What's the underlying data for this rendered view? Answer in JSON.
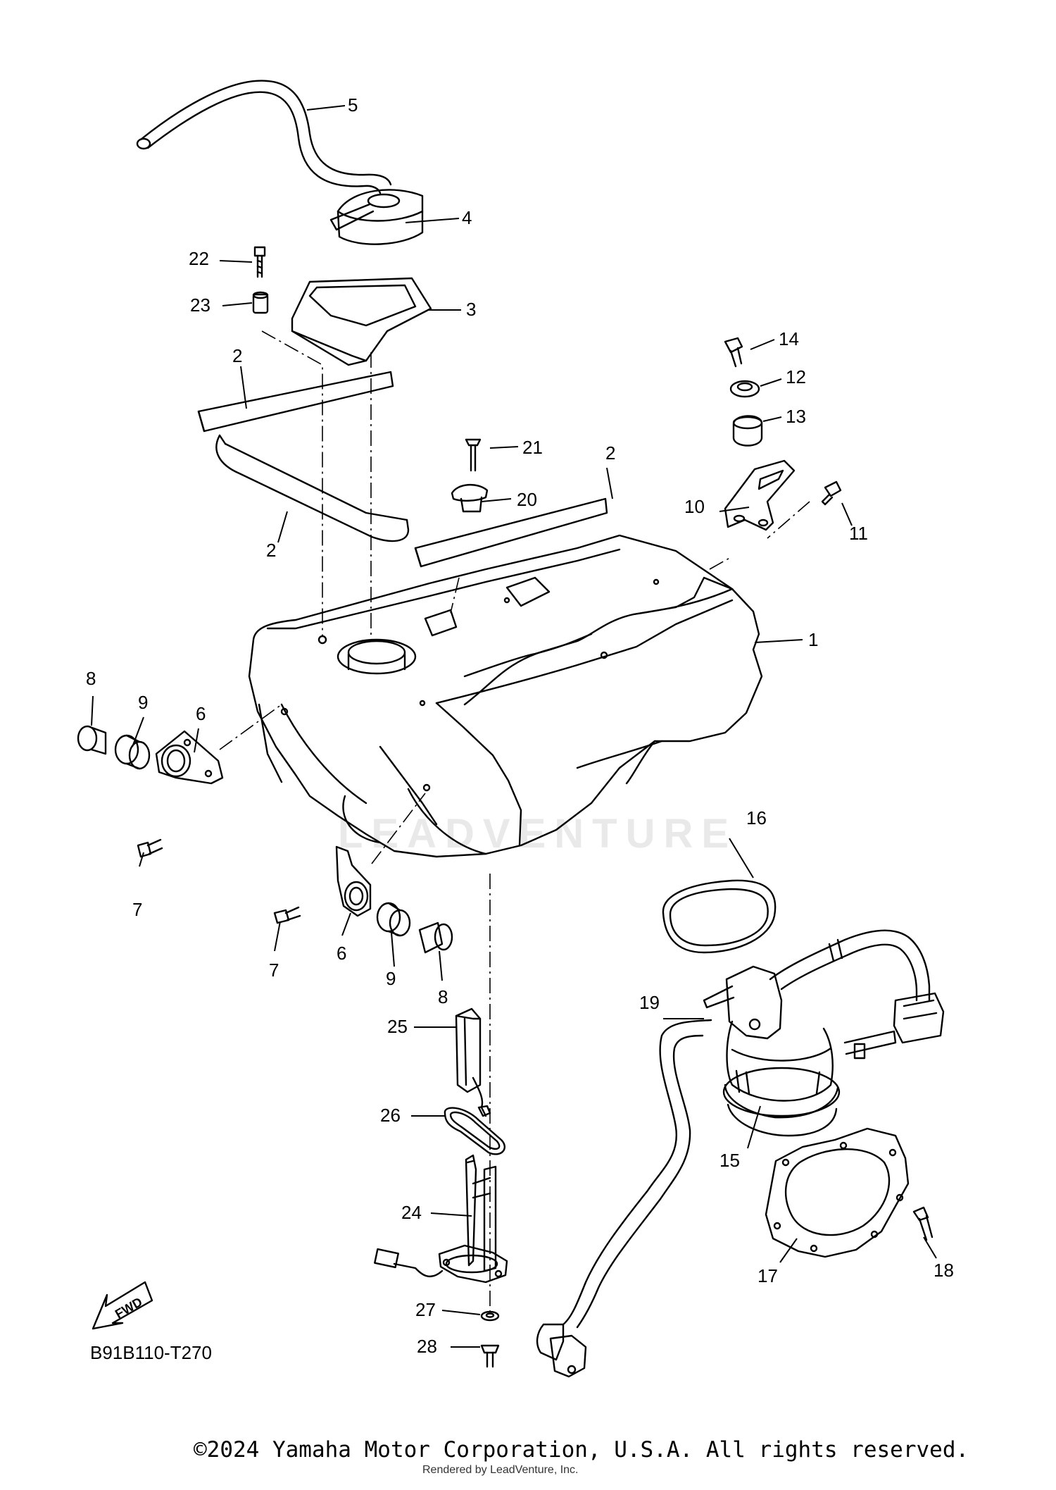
{
  "diagram": {
    "code": "B91B110-T270",
    "fwd_label": "FWD",
    "copyright": "©2024 Yamaha Motor Corporation, U.S.A. All rights reserved.",
    "rendered_by": "Rendered by LeadVenture, Inc.",
    "watermark": "LEADVENTURE"
  },
  "callouts": [
    {
      "id": "c1",
      "label": "1"
    },
    {
      "id": "c2a",
      "label": "2"
    },
    {
      "id": "c2b",
      "label": "2"
    },
    {
      "id": "c2c",
      "label": "2"
    },
    {
      "id": "c3",
      "label": "3"
    },
    {
      "id": "c4",
      "label": "4"
    },
    {
      "id": "c5",
      "label": "5"
    },
    {
      "id": "c6a",
      "label": "6"
    },
    {
      "id": "c6b",
      "label": "6"
    },
    {
      "id": "c7a",
      "label": "7"
    },
    {
      "id": "c7b",
      "label": "7"
    },
    {
      "id": "c8a",
      "label": "8"
    },
    {
      "id": "c8b",
      "label": "8"
    },
    {
      "id": "c9a",
      "label": "9"
    },
    {
      "id": "c9b",
      "label": "9"
    },
    {
      "id": "c10",
      "label": "10"
    },
    {
      "id": "c11",
      "label": "11"
    },
    {
      "id": "c12",
      "label": "12"
    },
    {
      "id": "c13",
      "label": "13"
    },
    {
      "id": "c14",
      "label": "14"
    },
    {
      "id": "c15",
      "label": "15"
    },
    {
      "id": "c16",
      "label": "16"
    },
    {
      "id": "c17",
      "label": "17"
    },
    {
      "id": "c18",
      "label": "18"
    },
    {
      "id": "c19",
      "label": "19"
    },
    {
      "id": "c20",
      "label": "20"
    },
    {
      "id": "c21",
      "label": "21"
    },
    {
      "id": "c22",
      "label": "22"
    },
    {
      "id": "c23",
      "label": "23"
    },
    {
      "id": "c24",
      "label": "24"
    },
    {
      "id": "c25",
      "label": "25"
    },
    {
      "id": "c26",
      "label": "26"
    },
    {
      "id": "c27",
      "label": "27"
    },
    {
      "id": "c28",
      "label": "28"
    }
  ]
}
